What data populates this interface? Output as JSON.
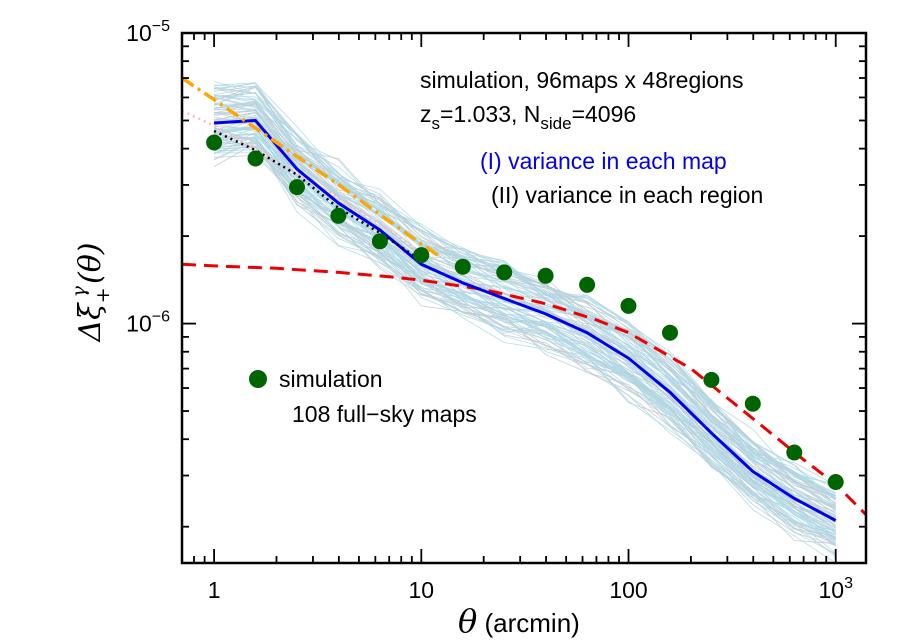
{
  "colors": {
    "thin_lines_a": "#add8e6",
    "thin_lines_b": "#c0c8d0",
    "variance_map": "#0000ee",
    "variance_region": "#000000",
    "dashed_red": "#ee0000",
    "dashdot_orange": "#ffa500",
    "dotted_pink": "#ffb6c1",
    "markers": "#006400"
  },
  "chart_data": {
    "type": "line",
    "xscale": "log",
    "yscale": "log",
    "xlim": [
      0.7,
      1400
    ],
    "ylim": [
      1.5e-07,
      1e-05
    ],
    "xlabel": {
      "main": "θ",
      "rest": " (arcmin)"
    },
    "ylabel": "Δξ+γ(θ)",
    "xticks": [
      {
        "value": 1,
        "label": "1"
      },
      {
        "value": 10,
        "label": "10"
      },
      {
        "value": 100,
        "label": "100"
      },
      {
        "value": 1000,
        "label": "10",
        "sup": "3"
      }
    ],
    "yticks": [
      {
        "value": 1e-05,
        "label": "10",
        "sup": "−5"
      },
      {
        "value": 1e-06,
        "label": "10",
        "sup": "−6"
      }
    ],
    "annotations": {
      "line1": "simulation, 96maps x 48regions",
      "line2_z": "z",
      "line2_z_sub": "s",
      "line2_mid": "=1.033, N",
      "line2_n_sub": "side",
      "line2_end": "=4096",
      "variance_map_label": "(I) variance in each map",
      "variance_region_label": "(II) variance in each region"
    },
    "legend": {
      "marker_label": "simulation",
      "marker_sublabel": "108 full−sky maps"
    },
    "series": [
      {
        "key": "variance_map",
        "style": "solid",
        "x": [
          1,
          1.585,
          2.512,
          3.981,
          6.31,
          10,
          15.85,
          25.12,
          39.81,
          63.1,
          100,
          158.5,
          251.2,
          398.1,
          631,
          1000
        ],
        "y": [
          4.9e-06,
          5e-06,
          3.4e-06,
          2.6e-06,
          2.1e-06,
          1.6e-06,
          1.38e-06,
          1.22e-06,
          1.08e-06,
          9.3e-07,
          7.6e-07,
          5.8e-07,
          4.2e-07,
          3.1e-07,
          2.5e-07,
          2.1e-07
        ]
      },
      {
        "key": "variance_region",
        "style": "dotted",
        "x": [
          1,
          1.585,
          2.512,
          3.981,
          6.31,
          10
        ],
        "y": [
          4.6e-06,
          3.95e-06,
          3.25e-06,
          2.5e-06,
          2.05e-06,
          1.65e-06
        ]
      },
      {
        "key": "dashed_red",
        "style": "dashed",
        "x": [
          0.7,
          1,
          2,
          4,
          7,
          10,
          20,
          40,
          70,
          100,
          200,
          400,
          700,
          1000,
          1400
        ],
        "y": [
          1.6e-06,
          1.58e-06,
          1.55e-06,
          1.5e-06,
          1.45e-06,
          1.41e-06,
          1.31e-06,
          1.17e-06,
          1.03e-06,
          9.3e-07,
          7e-07,
          4.7e-07,
          3.4e-07,
          2.8e-07,
          2.2e-07
        ]
      },
      {
        "key": "dashdot_orange",
        "style": "dashdot",
        "x": [
          0.7,
          1,
          2,
          4,
          7,
          10,
          12
        ],
        "y": [
          7e-06,
          5.9e-06,
          4.2e-06,
          3e-06,
          2.25e-06,
          1.88e-06,
          1.72e-06
        ]
      },
      {
        "key": "dotted_pink",
        "style": "dotted",
        "x": [
          0.7,
          1,
          2,
          4,
          7,
          10
        ],
        "y": [
          5.4e-06,
          4.8e-06,
          3.6e-06,
          2.7e-06,
          2.1e-06,
          1.75e-06
        ]
      }
    ],
    "markers": {
      "x": [
        1,
        1.585,
        2.512,
        3.981,
        6.31,
        10,
        15.85,
        25.12,
        39.81,
        63.1,
        100,
        158.5,
        251.2,
        398.1,
        631,
        1000
      ],
      "y": [
        4.2e-06,
        3.7e-06,
        2.95e-06,
        2.35e-06,
        1.92e-06,
        1.72e-06,
        1.57e-06,
        1.5e-06,
        1.46e-06,
        1.36e-06,
        1.15e-06,
        9.3e-07,
        6.4e-07,
        5.3e-07,
        3.6e-07,
        2.85e-07
      ]
    }
  }
}
